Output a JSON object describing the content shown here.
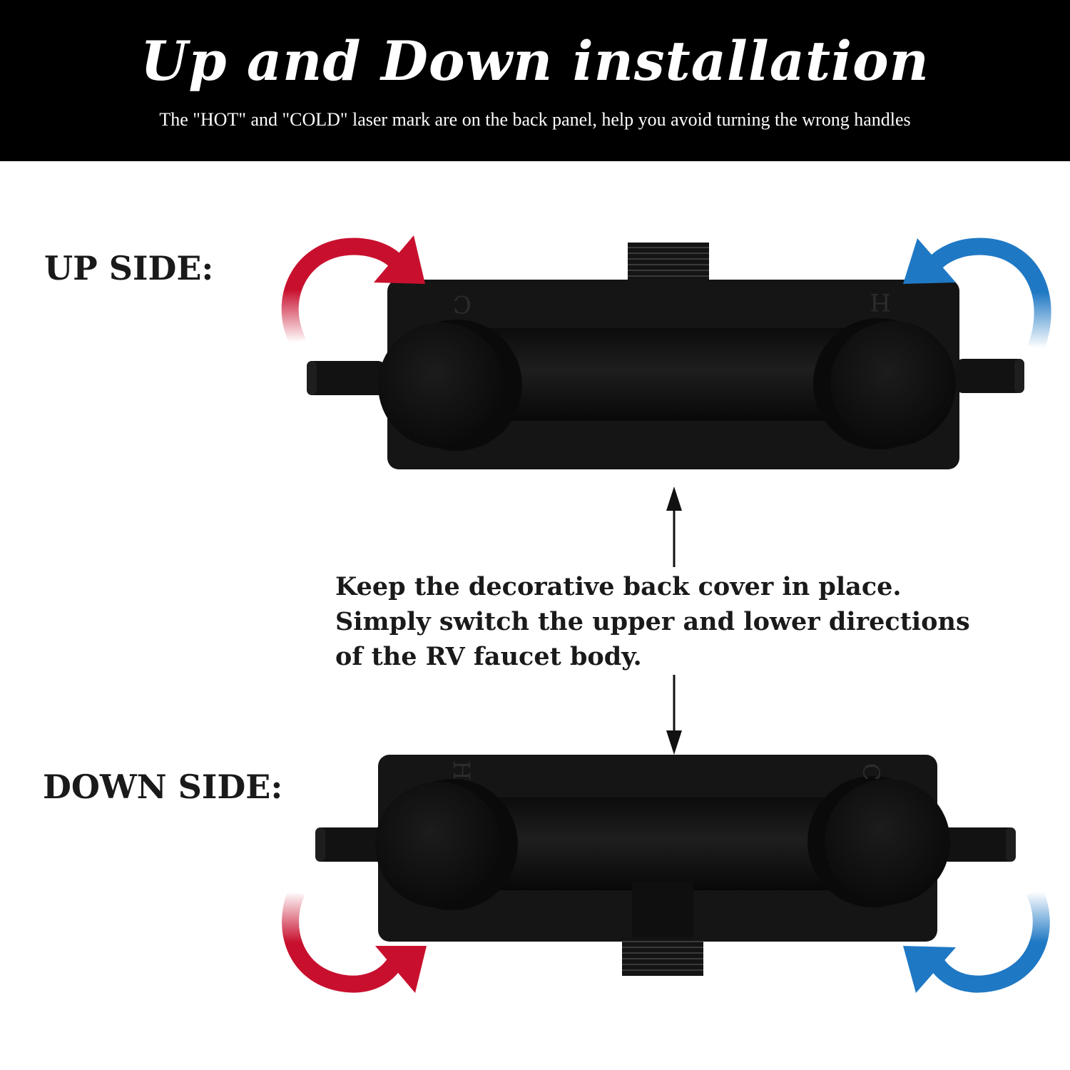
{
  "header": {
    "title": "Up and Down installation",
    "subtitle": "The \"HOT\" and \"COLD\" laser mark are on the back panel, help you avoid turning the wrong handles"
  },
  "labels": {
    "up_side": "UP SIDE:",
    "down_side": "DOWN SIDE:"
  },
  "note": {
    "lines": [
      "Keep the decorative back cover in place.",
      "Simply switch the upper and lower directions",
      "of the RV faucet body."
    ]
  },
  "faucet_up": {
    "left_mark": "C",
    "right_mark": "H"
  },
  "faucet_down": {
    "left_mark": "H",
    "right_mark": "C"
  },
  "colors": {
    "hot_arrow": "#c8102e",
    "cold_arrow": "#1f78c4",
    "faucet_body": "#121212",
    "banner": "#000000"
  },
  "icons": [
    "rotate-clockwise-arrow-icon",
    "rotate-counterclockwise-arrow-icon",
    "double-arrow-icon"
  ]
}
